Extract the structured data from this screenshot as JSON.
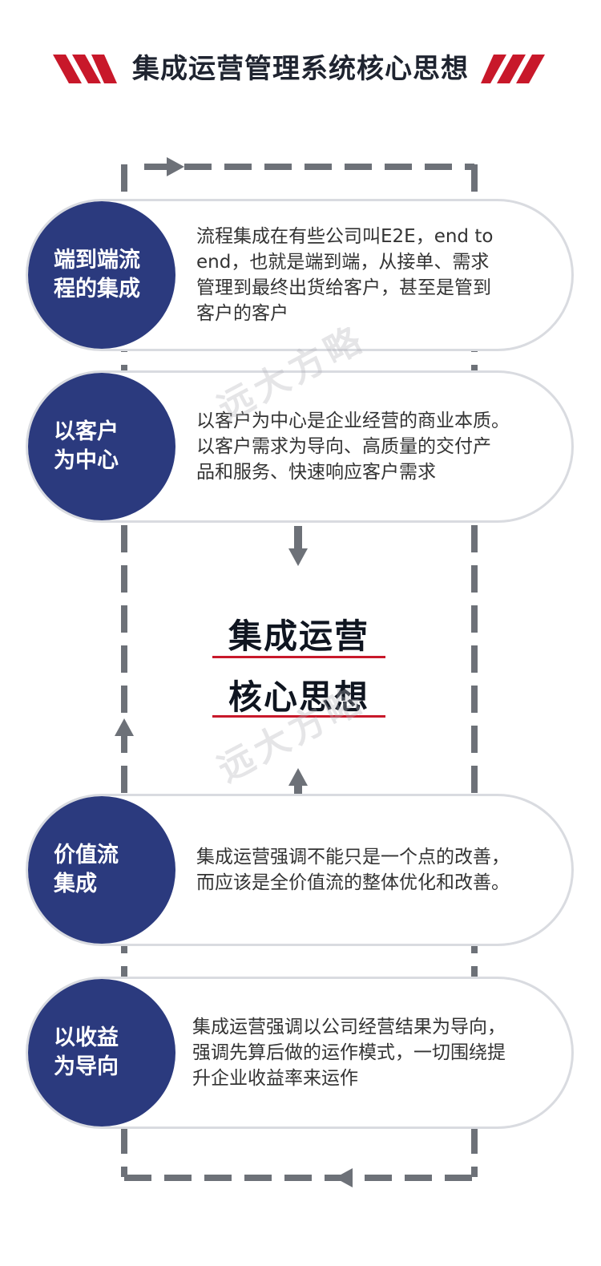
{
  "header": {
    "title": "集成运营管理系统核心思想"
  },
  "colors": {
    "accent_red": "#c8182a",
    "circle_navy": "#2b3a7e",
    "loop_gray": "#6d7178"
  },
  "items": [
    {
      "title": "端到端流\n程的集成",
      "text": "流程集成在有些公司叫E2E，end to\nend，也就是端到端，从接单、需求\n管理到最终出货给客户，甚至是管到\n客户的客户"
    },
    {
      "title": "以客户\n为中心",
      "text": "以客户为中心是企业经营的商业本质。\n以客户需求为导向、高质量的交付产\n品和服务、快速响应客户需求"
    },
    {
      "title": "价值流\n集成",
      "text": "集成运营强调不能只是一个点的改善，\n而应该是全价值流的整体优化和改善。"
    },
    {
      "title": "以收益\n为导向",
      "text": "集成运营强调以公司经营结果为导向，\n强调先算后做的运作模式，一切围绕提\n升企业收益率来运作"
    }
  ],
  "center": {
    "line1": "集成运营",
    "line2": "核心思想"
  },
  "watermark": "远大方略"
}
